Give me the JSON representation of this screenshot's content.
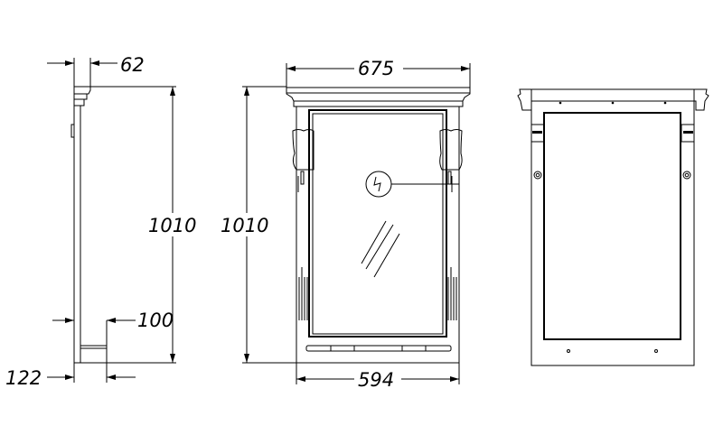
{
  "drawing": {
    "side_view": {
      "dim_depth_top": "62",
      "dim_height": "1010",
      "dim_shelf_depth": "100",
      "dim_depth_bottom": "122"
    },
    "front_view": {
      "dim_width_top": "675",
      "dim_height": "1010",
      "dim_width_bottom": "594",
      "light_symbol": "lightning-bolt"
    },
    "back_view": {}
  }
}
